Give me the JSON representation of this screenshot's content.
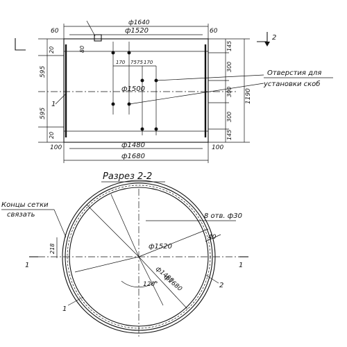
{
  "top_view": {
    "dims_top": {
      "outer_diameter": "ф1640",
      "inner_diameter": "ф1520",
      "left_offset": "60",
      "right_offset": "60",
      "notch": "80"
    },
    "dims_bottom": {
      "inner": "ф1480",
      "outer": "ф1680",
      "left_offset": "100",
      "right_offset": "100"
    },
    "dims_left": {
      "upper_half": "595",
      "lower_half": "595",
      "top_gap": "20",
      "bottom_gap": "20"
    },
    "dims_right": {
      "top_edge": "145",
      "seg1": "300",
      "seg2": "300",
      "seg3": "300",
      "bottom_edge": "145",
      "total": "1190"
    },
    "hole_spacing": [
      "170",
      "75",
      "75",
      "170"
    ],
    "center_diameter": "ф1500",
    "callout_line1": "Отверстия для",
    "callout_line2": "установки скоб",
    "leader_label": "1",
    "section_mark": "2"
  },
  "section": {
    "title": "Разрез 2-2",
    "mesh_note_line1": "Концы сетки",
    "mesh_note_line2": "связать",
    "holes_label": "8 отв. ф30",
    "diam_1520": "ф1520",
    "diam_1480": "ф1480",
    "diam_1680": "ф1680",
    "dim_40": "40",
    "dim_218": "218",
    "angle": "120°",
    "label_1": "1",
    "label_2": "2",
    "cut_mark_left": "1",
    "cut_mark_right": "1"
  }
}
